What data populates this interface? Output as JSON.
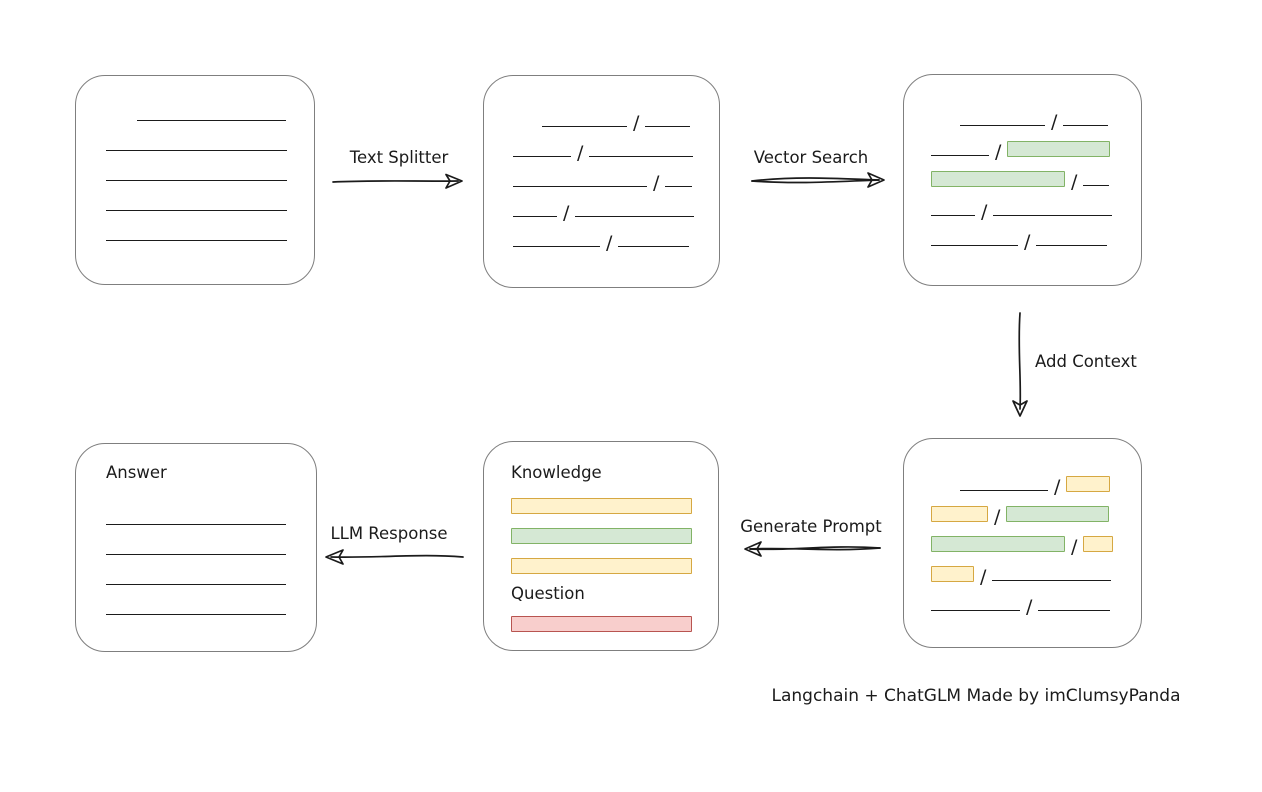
{
  "colors": {
    "ink": "#1b1b1b",
    "box_border": "#7f7f7f",
    "green_fill": "#d5e8d4",
    "green_border": "#82b366",
    "yellow_fill": "#fff2cc",
    "yellow_border": "#d6a842",
    "red_fill": "#f8cecc",
    "red_border": "#b85450"
  },
  "labels": {
    "text_splitter": "Text Splitter",
    "vector_search": "Vector Search",
    "add_context": "Add Context",
    "generate_prompt": "Generate Prompt",
    "llm_response": "LLM Response",
    "answer": "Answer",
    "knowledge": "Knowledge",
    "question": "Question",
    "credit": "Langchain + ChatGLM Made by imClumsyPanda"
  },
  "boxes": {
    "document": {
      "rows": [
        {
          "indent": 31,
          "segs": [
            {
              "t": "line",
              "w": 149
            }
          ]
        },
        {
          "segs": [
            {
              "t": "line",
              "w": 181
            }
          ]
        },
        {
          "segs": [
            {
              "t": "line",
              "w": 181
            }
          ]
        },
        {
          "segs": [
            {
              "t": "line",
              "w": 181
            }
          ]
        },
        {
          "segs": [
            {
              "t": "line",
              "w": 181
            }
          ]
        }
      ]
    },
    "chunks": {
      "rows": [
        {
          "indent": 29,
          "segs": [
            {
              "t": "line",
              "w": 85
            },
            {
              "t": "line",
              "w": 45
            }
          ]
        },
        {
          "segs": [
            {
              "t": "line",
              "w": 58
            },
            {
              "t": "line",
              "w": 104
            }
          ]
        },
        {
          "segs": [
            {
              "t": "line",
              "w": 134
            },
            {
              "t": "line",
              "w": 27
            }
          ]
        },
        {
          "segs": [
            {
              "t": "line",
              "w": 44
            },
            {
              "t": "line",
              "w": 119
            }
          ]
        },
        {
          "segs": [
            {
              "t": "line",
              "w": 87
            },
            {
              "t": "line",
              "w": 71
            }
          ]
        }
      ]
    },
    "search": {
      "rows": [
        {
          "indent": 29,
          "segs": [
            {
              "t": "line",
              "w": 85
            },
            {
              "t": "line",
              "w": 45
            }
          ]
        },
        {
          "segs": [
            {
              "t": "line",
              "w": 58
            },
            {
              "t": "green",
              "w": 101
            }
          ]
        },
        {
          "segs": [
            {
              "t": "green",
              "w": 132
            },
            {
              "t": "line",
              "w": 26
            }
          ]
        },
        {
          "segs": [
            {
              "t": "line",
              "w": 44
            },
            {
              "t": "line",
              "w": 119
            }
          ]
        },
        {
          "segs": [
            {
              "t": "line",
              "w": 87
            },
            {
              "t": "line",
              "w": 71
            }
          ]
        }
      ]
    },
    "context": {
      "rows": [
        {
          "indent": 29,
          "segs": [
            {
              "t": "line",
              "w": 88
            },
            {
              "t": "yellow",
              "w": 42
            }
          ]
        },
        {
          "segs": [
            {
              "t": "yellow",
              "w": 55
            },
            {
              "t": "green",
              "w": 101
            }
          ]
        },
        {
          "segs": [
            {
              "t": "green",
              "w": 132
            },
            {
              "t": "yellow",
              "w": 28
            }
          ]
        },
        {
          "segs": [
            {
              "t": "yellow",
              "w": 41
            },
            {
              "t": "line",
              "w": 119
            }
          ]
        },
        {
          "segs": [
            {
              "t": "line",
              "w": 89
            },
            {
              "t": "line",
              "w": 72
            }
          ]
        }
      ]
    },
    "prompt": {
      "knowledge_rows": [
        {
          "segs": [
            {
              "t": "yellow",
              "w": 180
            }
          ]
        },
        {
          "segs": [
            {
              "t": "green",
              "w": 180
            }
          ]
        },
        {
          "segs": [
            {
              "t": "yellow",
              "w": 180
            }
          ]
        }
      ],
      "question_rows": [
        {
          "segs": [
            {
              "t": "red",
              "w": 180
            }
          ]
        }
      ]
    },
    "answer": {
      "rows": [
        {
          "segs": [
            {
              "t": "line",
              "w": 180
            }
          ]
        },
        {
          "segs": [
            {
              "t": "line",
              "w": 180
            }
          ]
        },
        {
          "segs": [
            {
              "t": "line",
              "w": 180
            }
          ]
        },
        {
          "segs": [
            {
              "t": "line",
              "w": 180
            }
          ]
        }
      ]
    }
  }
}
